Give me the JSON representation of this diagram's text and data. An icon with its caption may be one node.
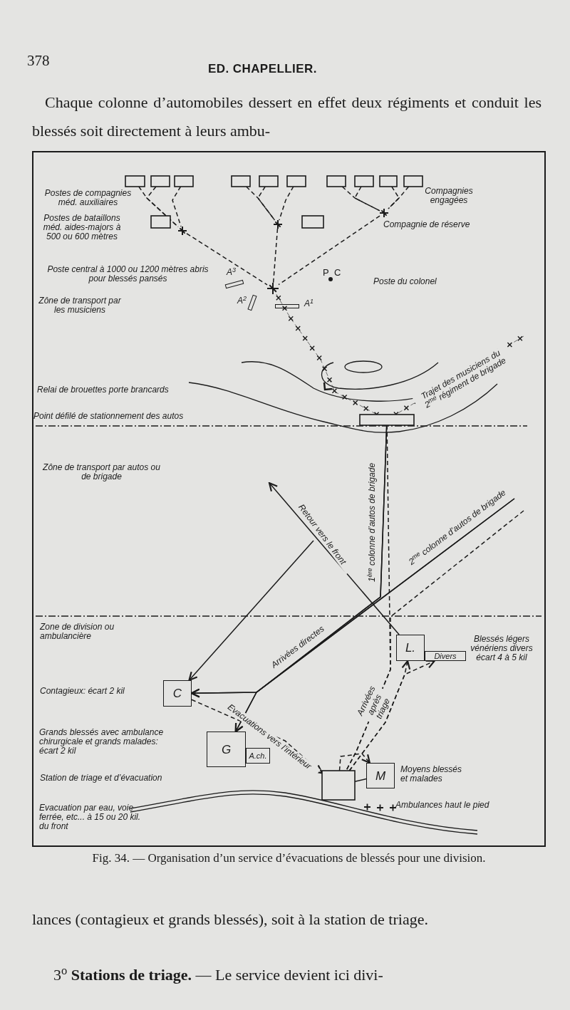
{
  "diagram": {
    "caption": "Fig. 34. — Organisation d’un service d’évacuations de blessés pour une division.",
    "nodes": [
      {
        "text": [],
        "shape": "box"
      },
      {
        "text": [],
        "shape": "box"
      },
      {
        "text": [],
        "shape": "box"
      },
      {
        "text": [],
        "shape": "box"
      },
      {
        "text": [],
        "shape": "box"
      },
      {
        "text": [],
        "shape": "box"
      },
      {
        "text": [],
        "shape": "box"
      },
      {
        "text": [],
        "shape": "box"
      },
      {
        "text": [],
        "shape": "box"
      },
      {
        "text": [],
        "shape": "box"
      },
      {
        "text": [],
        "shape": "box"
      },
      {
        "text": [],
        "shape": "box"
      },
      {
        "text": [],
        "shape": "cross"
      },
      {
        "text": [],
        "shape": "cross"
      },
      {
        "text": [],
        "shape": "cross"
      },
      {
        "text": [],
        "shape": "cross"
      },
      {
        "text": [
          "A$^{3}$"
        ]
      },
      {
        "text": [
          "A$^{2}$"
        ]
      },
      {
        "text": [
          "A$^{1}$"
        ]
      },
      {
        "text": [],
        "shape": "box"
      },
      {
        "text": [
          "C"
        ]
      },
      {
        "text": [
          "G"
        ]
      },
      {
        "text": [
          "A.ch."
        ]
      },
      {
        "text": [
          "L."
        ]
      },
      {
        "text": [
          "Divers"
        ]
      },
      {
        "text": [],
        "shape": "box"
      },
      {
        "text": [
          "M"
        ],
        "beside": [
          "Moyens blessés et malades"
        ]
      }
    ],
    "edges": [
      {
        "from": 0,
        "to": 12,
        "arrow": "none",
        "style": "dashed"
      },
      {
        "from": 1,
        "to": 12,
        "arrow": "none",
        "style": "dashed"
      },
      {
        "from": 2,
        "to": 12,
        "arrow": "none",
        "style": "dashed"
      },
      {
        "from": 3,
        "to": 13,
        "arrow": "none",
        "style": "dashed"
      },
      {
        "from": 4,
        "to": 13,
        "arrow": "none",
        "style": "dashed"
      },
      {
        "from": 5,
        "to": 13,
        "arrow": "none",
        "style": "dashed"
      },
      {
        "from": 6,
        "to": 14,
        "arrow": "none",
        "style": "dashed"
      },
      {
        "from": 7,
        "to": 14,
        "arrow": "none",
        "style": "dashed"
      },
      {
        "from": 8,
        "to": 14,
        "arrow": "none",
        "style": "dashed"
      },
      {
        "from": 9,
        "to": 14,
        "arrow": "none",
        "style": "dashed"
      },
      {
        "from": 12,
        "to": 15,
        "arrow": "none",
        "style": "dashed"
      },
      {
        "from": 13,
        "to": 15,
        "arrow": "none",
        "style": "dashed"
      },
      {
        "from": 14,
        "to": 15,
        "arrow": "none",
        "style": "dashed"
      },
      {
        "from": 15,
        "to": 19,
        "arrow": "none",
        "style": "dashed"
      },
      {
        "from": null,
        "to": 19,
        "arrow": "none",
        "style": "dashed",
        "label": "Trajet des musiciens du 2$^{me}$ régiment de brigade"
      },
      {
        "from": 19,
        "to": 20,
        "arrow": "to",
        "label": "1$^{ère}$ colonne d’autos de brigade"
      },
      {
        "from": 19,
        "to": 21,
        "arrow": "to"
      },
      {
        "from": null,
        "to": 20,
        "arrow": "to",
        "label": "2$^{me}$ colonne d’autos de brigade"
      },
      {
        "from": null,
        "to": 21,
        "arrow": "to",
        "label": "Arrivées directes"
      },
      {
        "from": 19,
        "to": 25,
        "arrow": "none",
        "style": "dashed",
        "label": "Arrivées après triage"
      },
      {
        "from": null,
        "to": 25,
        "arrow": "none",
        "style": "dashed"
      },
      {
        "from": 25,
        "to": 23,
        "arrow": "to",
        "style": "dashed"
      },
      {
        "from": 25,
        "to": 24,
        "arrow": "to",
        "style": "dashed"
      },
      {
        "from": 25,
        "to": 26,
        "arrow": "to",
        "style": "dashed"
      },
      {
        "from": 25,
        "to": 26,
        "arrow": "none"
      },
      {
        "from": 23,
        "to": null,
        "arrow": "to",
        "label": "Retour vers le front"
      },
      {
        "from": null,
        "to": 20,
        "arrow": "to"
      },
      {
        "from": 20,
        "to": 25,
        "arrow": "to",
        "style": "dashed",
        "label": "Evacuations vers l’intérieur"
      }
    ],
    "labels": [
      "378",
      "ED. CHAPELLIER.",
      "Chaque colonne d’automobiles dessert en effet deux régiments et conduit les blessés soit directement à leurs ambu-",
      "Postes de compagnies méd. auxiliaires",
      "Compagnies engagées",
      "Postes de bataillons méd. aides-majors à 500 ou 600 mètres",
      "Compagnie de réserve",
      "Poste central à 1000 ou 1200 mètres abris pour blessés pansés",
      "P",
      "C",
      "Poste du colonel",
      "Zône de transport par les musiciens",
      "Relai de brouettes porte brancards",
      "Zône de transport par autos ou de brigade",
      "Zone de division ou ambulancière",
      "Ambulances haut le pied",
      "Evacuation par eau, voie ferrée, etc... à 15 ou 20 kil. du front",
      "Point défilé de stationnement des autos",
      "Contagieux: écart 2 kil",
      "Grands blessés avec ambulance chirurgicale et grands malades: écart 2 kil",
      "Blessés légers vénériens divers écart 4 à 5 kil",
      "Station de triage et d’évacuation",
      "lances (contagieux et grands blessés), soit à la station de triage.",
      "3$^{o}$ **Stations de triage.** — Le service devient ici divi-"
    ]
  }
}
